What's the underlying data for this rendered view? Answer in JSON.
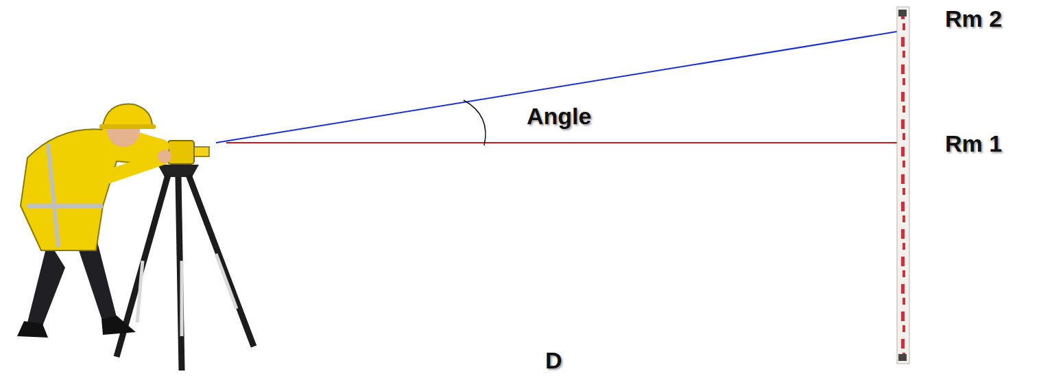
{
  "diagram": {
    "labels": [
      "Rm 2",
      "Angle",
      "Rm 1",
      "D"
    ]
  }
}
